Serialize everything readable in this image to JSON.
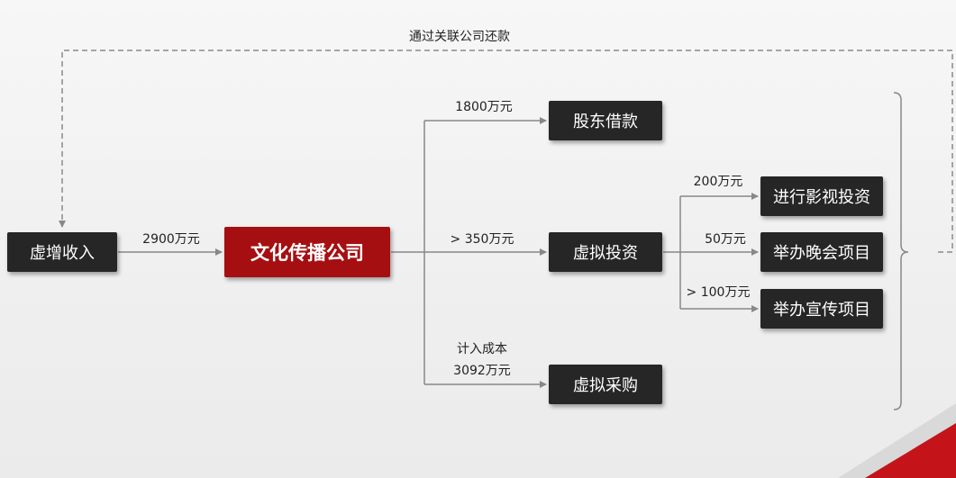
{
  "feedback_label": "通过关联公司还款",
  "nodes": {
    "fake_income": "虚增收入",
    "company": "文化传播公司",
    "shareholder_loan": "股东借款",
    "fake_investment": "虚拟投资",
    "fake_purchase": "虚拟采购",
    "film_investment": "进行影视投资",
    "gala_project": "举办晚会项目",
    "promo_project": "举办宣传项目"
  },
  "edges": {
    "income_amount": "2900万元",
    "loan_amount": "1800万元",
    "investment_amount": "> 350万元",
    "purchase_note": "计入成本",
    "purchase_amount": "3092万元",
    "film_amount": "200万元",
    "gala_amount": "50万元",
    "promo_amount": "> 100万元"
  },
  "colors": {
    "node_dark": "#262626",
    "node_accent": "#a60f11",
    "line": "#888888"
  }
}
